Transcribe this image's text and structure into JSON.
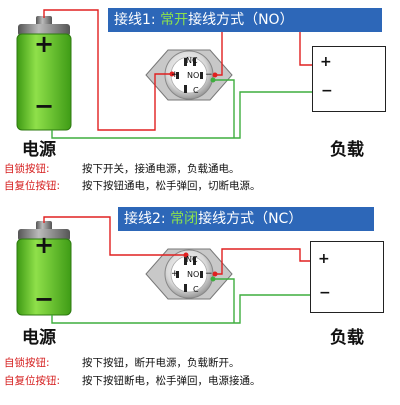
{
  "sections": [
    {
      "banner_prefix": "接线1: ",
      "banner_mode": "常开",
      "banner_suffix": "接线方式（NO）",
      "power_label": "电源",
      "load_label": "负载",
      "battery_plus": "+",
      "battery_minus": "−",
      "load_plus": "+",
      "load_minus": "−",
      "switch_nc": "NC",
      "switch_no": "NO",
      "switch_c": "C",
      "switch_plus": "+",
      "switch_minus": "−",
      "descriptions": [
        {
          "label": "自锁按钮:",
          "text": "按下开关，接通电源，负载通电。"
        },
        {
          "label": "自复位按钮:",
          "text": "按下按钮通电，松手弹回，切断电源。"
        }
      ]
    },
    {
      "banner_prefix": "接线2: ",
      "banner_mode": "常闭",
      "banner_suffix": "接线方式（NC）",
      "power_label": "电源",
      "load_label": "负载",
      "battery_plus": "+",
      "battery_minus": "−",
      "load_plus": "+",
      "load_minus": "−",
      "switch_nc": "NC",
      "switch_no": "NO",
      "switch_c": "C",
      "switch_plus": "+",
      "switch_minus": "−",
      "descriptions": [
        {
          "label": "自锁按钮:",
          "text": "按下按钮，断开电源，负载断开。"
        },
        {
          "label": "自复位按钮:",
          "text": "按下按钮断电，松手弹回，电源接通。"
        }
      ]
    }
  ],
  "colors": {
    "banner": "#2d67b8",
    "mode_text": "#8be04e",
    "positive_wire": "#e02020",
    "negative_wire": "#3fae3f",
    "battery_green": "#59c21f",
    "battery_cap": "#7a7a7a",
    "description_label": "#d62020"
  }
}
